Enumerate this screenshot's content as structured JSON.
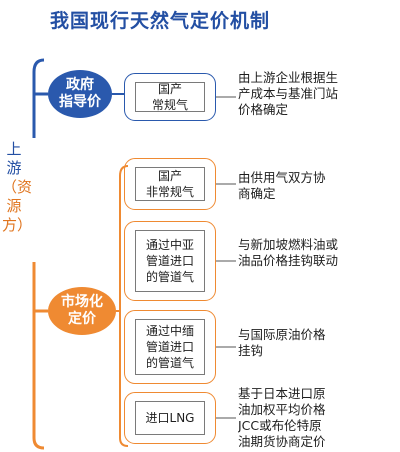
{
  "title": "我国现行天然气定价机制",
  "side_label": {
    "part1": "上游",
    "part2": "（资源方）"
  },
  "categories": [
    {
      "label": "政府\n指导价",
      "color": "#2a59ad"
    },
    {
      "label": "市场化\n定价",
      "color": "#ef8a32"
    }
  ],
  "items": [
    {
      "box": "国产\n常规气",
      "desc": "由上游企业根据生\n产成本与基准门站\n价格确定"
    },
    {
      "box": "国产\n非常规气",
      "desc": "由供用气双方协\n商确定"
    },
    {
      "box": "通过中亚\n管道进口\n的管道气",
      "desc": "与新加坡燃料油或\n油品价格挂钩联动"
    },
    {
      "box": "通过中缅\n管道进口\n的管道气",
      "desc": "与国际原油价格\n挂钩"
    },
    {
      "box": "进口LNG",
      "desc": "基于日本进口原\n油加权平均价格\nJCC或布伦特原\n油期货协商定价"
    }
  ]
}
